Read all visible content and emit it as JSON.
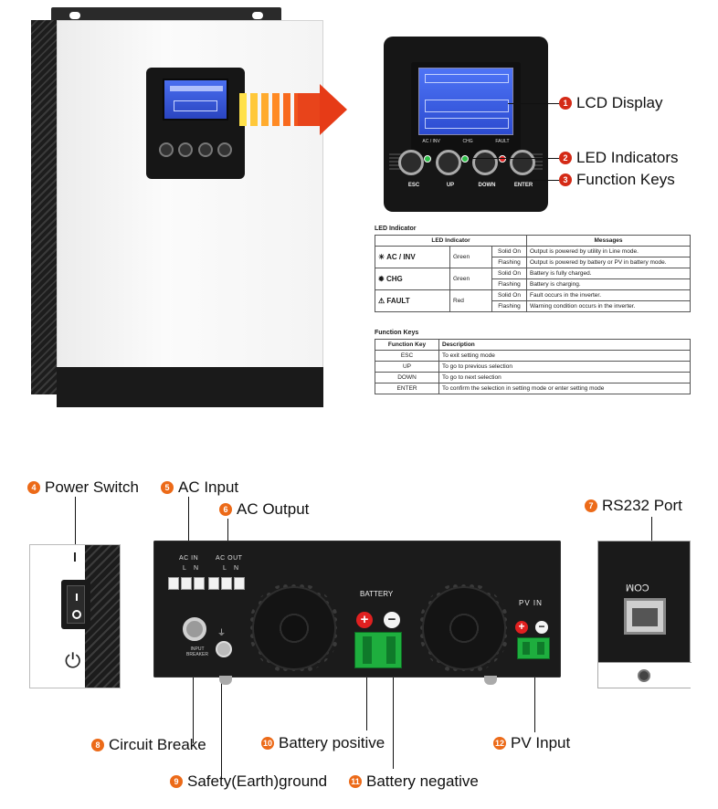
{
  "callouts": {
    "c1": {
      "num": "1",
      "label": "LCD Display"
    },
    "c2": {
      "num": "2",
      "label": "LED Indicators"
    },
    "c3": {
      "num": "3",
      "label": "Function Keys"
    },
    "c4": {
      "num": "4",
      "label": "Power Switch"
    },
    "c5": {
      "num": "5",
      "label": "AC Input"
    },
    "c6": {
      "num": "6",
      "label": "AC Output"
    },
    "c7": {
      "num": "7",
      "label": "RS232 Port"
    },
    "c8": {
      "num": "8",
      "label": "Circuit Breake"
    },
    "c9": {
      "num": "9",
      "label": "Safety(Earth)ground"
    },
    "c10": {
      "num": "10",
      "label": "Battery positive"
    },
    "c11": {
      "num": "11",
      "label": "Battery negative"
    },
    "c12": {
      "num": "12",
      "label": "PV Input"
    }
  },
  "display_panel": {
    "led_labels": [
      "AC / INV",
      "CHG",
      "FAULT"
    ],
    "buttons": [
      "ESC",
      "UP",
      "DOWN",
      "ENTER"
    ],
    "led_colors": [
      "#2fbf4a",
      "#2fbf4a",
      "#e02020"
    ]
  },
  "led_table": {
    "title": "LED Indicator",
    "header": [
      "LED Indicator",
      "Messages"
    ],
    "rows": [
      {
        "led": "AC / INV",
        "color": "Green",
        "state": "Solid On",
        "message": "Output is powered by utility in Line mode."
      },
      {
        "led": "",
        "color": "",
        "state": "Flashing",
        "message": "Output is powered by battery or PV in battery mode."
      },
      {
        "led": "CHG",
        "color": "Green",
        "state": "Solid On",
        "message": "Battery is fully charged."
      },
      {
        "led": "",
        "color": "",
        "state": "Flashing",
        "message": "Battery is charging."
      },
      {
        "led": "FAULT",
        "color": "Red",
        "state": "Solid On",
        "message": "Fault occurs in the inverter."
      },
      {
        "led": "",
        "color": "",
        "state": "Flashing",
        "message": "Warning condition occurs in the inverter."
      }
    ]
  },
  "keys_table": {
    "title": "Function Keys",
    "header": [
      "Function Key",
      "Description"
    ],
    "rows": [
      {
        "key": "ESC",
        "desc": "To exit setting mode"
      },
      {
        "key": "UP",
        "desc": "To go to previous selection"
      },
      {
        "key": "DOWN",
        "desc": "To go to next selection"
      },
      {
        "key": "ENTER",
        "desc": "To confirm the selection in setting mode or enter setting mode"
      }
    ]
  },
  "bottom_unit": {
    "ac_in_label": "AC IN",
    "ac_out_label": "AC OUT",
    "terminal_letters": [
      "L",
      "N"
    ],
    "battery_label": "BATTERY",
    "pv_label": "PV   IN",
    "breaker_label": "INPUT BREAKER",
    "com_label": "COM"
  },
  "colors": {
    "badge_red": "#d42a16",
    "badge_orange": "#ec6a18",
    "arrow": "#e63b17"
  }
}
